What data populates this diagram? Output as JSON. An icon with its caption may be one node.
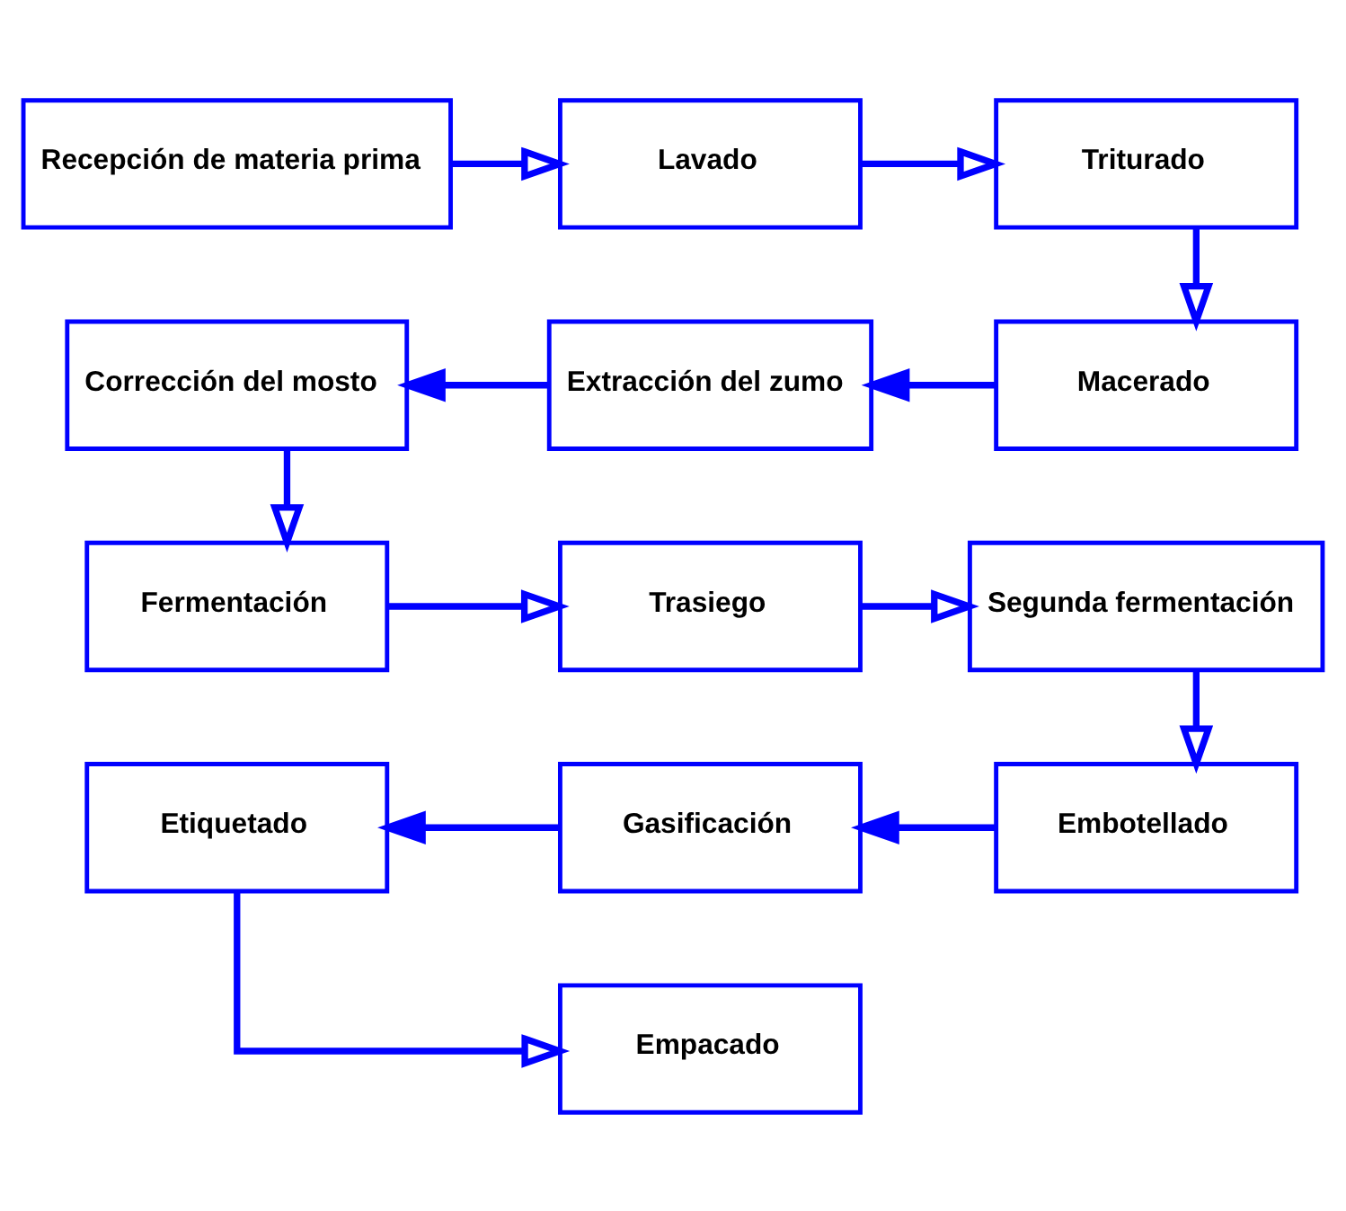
{
  "diagram": {
    "nodes": [
      {
        "text": [
          "Recepción de materia prima"
        ]
      },
      {
        "text": [
          "Lavado"
        ]
      },
      {
        "text": [
          "Triturado"
        ]
      },
      {
        "text": [
          "Macerado"
        ]
      },
      {
        "text": [
          "Extracción del zumo"
        ]
      },
      {
        "text": [
          "Corrección del mosto"
        ]
      },
      {
        "text": [
          "Fermentación"
        ]
      },
      {
        "text": [
          "Trasiego"
        ]
      },
      {
        "text": [
          "Segunda fermentación"
        ]
      },
      {
        "text": [
          "Embotellado"
        ]
      },
      {
        "text": [
          "Gasificación"
        ]
      },
      {
        "text": [
          "Etiquetado"
        ]
      },
      {
        "text": [
          "Empacado"
        ]
      }
    ],
    "edges": [
      {
        "from": 0,
        "to": 1,
        "arrow": "to"
      },
      {
        "from": 1,
        "to": 2,
        "arrow": "to"
      },
      {
        "from": 2,
        "to": 3,
        "arrow": "to"
      },
      {
        "from": 3,
        "to": 4,
        "arrow": "to"
      },
      {
        "from": 4,
        "to": 5,
        "arrow": "to"
      },
      {
        "from": 5,
        "to": 6,
        "arrow": "to"
      },
      {
        "from": 6,
        "to": 7,
        "arrow": "to"
      },
      {
        "from": 7,
        "to": 8,
        "arrow": "to"
      },
      {
        "from": 8,
        "to": 9,
        "arrow": "to"
      },
      {
        "from": 9,
        "to": 10,
        "arrow": "to"
      },
      {
        "from": 10,
        "to": 11,
        "arrow": "to"
      },
      {
        "from": 11,
        "to": 12,
        "arrow": "to"
      }
    ]
  }
}
